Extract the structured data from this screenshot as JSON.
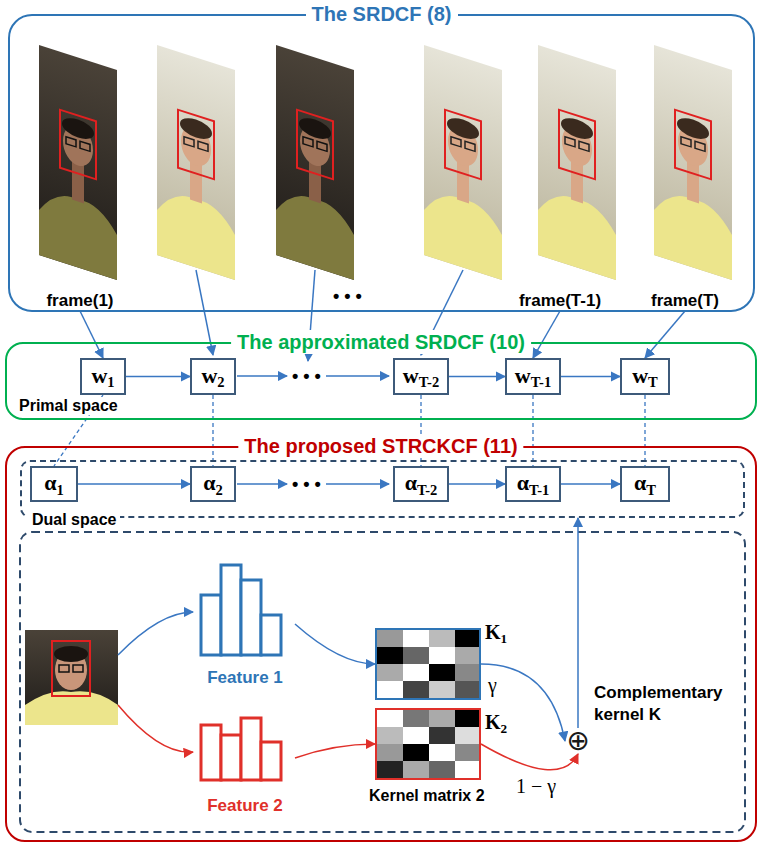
{
  "diagram": {
    "nodes": [
      {
        "text": [
          "The SRDCF (8)"
        ]
      },
      {
        "text": [
          "frame(1)"
        ],
        "in": 0
      },
      {
        "text": [
          "frame(T-1)"
        ],
        "in": 0
      },
      {
        "text": [
          "frame(T)"
        ],
        "in": 0
      },
      {
        "text": [
          "The approximated SRDCF (10)"
        ]
      },
      {
        "text": [
          "w1"
        ],
        "in": 4
      },
      {
        "text": [
          "w2"
        ],
        "in": 4
      },
      {
        "text": [
          "wT-2"
        ],
        "in": 4
      },
      {
        "text": [
          "wT-1"
        ],
        "in": 4
      },
      {
        "text": [
          "wT"
        ],
        "in": 4
      },
      {
        "text": [
          "The proposed STRCKCF (11)"
        ]
      },
      {
        "text": [
          "Dual space"
        ],
        "in": 10
      },
      {
        "text": [
          "α1"
        ],
        "in": 11
      },
      {
        "text": [
          "α2"
        ],
        "in": 11
      },
      {
        "text": [
          "αT-2"
        ],
        "in": 11
      },
      {
        "text": [
          "αT-1"
        ],
        "in": 11
      },
      {
        "text": [
          "αT"
        ],
        "in": 11
      },
      {
        "text": [
          "Feature 1"
        ],
        "in": 10
      },
      {
        "text": [
          "Feature 2"
        ],
        "in": 10
      },
      {
        "text": [
          "K1"
        ],
        "in": 10
      },
      {
        "text": [
          "K2",
          "Kernel matrix 2"
        ],
        "in": 10
      },
      {
        "text": [
          "⊕"
        ],
        "in": 10
      }
    ],
    "edges": [
      {
        "from": 1,
        "to": 5,
        "arrow": "to"
      },
      {
        "from": 2,
        "to": 8,
        "arrow": "to"
      },
      {
        "from": 3,
        "to": 9,
        "arrow": "to"
      },
      {
        "from": 5,
        "to": 6,
        "arrow": "to"
      },
      {
        "from": 7,
        "to": 8,
        "arrow": "to"
      },
      {
        "from": 8,
        "to": 9,
        "arrow": "to"
      },
      {
        "from": 5,
        "to": 12,
        "arrow": "none"
      },
      {
        "from": 6,
        "to": 13,
        "arrow": "none"
      },
      {
        "from": 7,
        "to": 14,
        "arrow": "none"
      },
      {
        "from": 8,
        "to": 15,
        "arrow": "none"
      },
      {
        "from": 9,
        "to": 16,
        "arrow": "none"
      },
      {
        "from": 12,
        "to": 13,
        "arrow": "to"
      },
      {
        "from": 14,
        "to": 15,
        "arrow": "to"
      },
      {
        "from": 15,
        "to": 16,
        "arrow": "to"
      },
      {
        "from": 17,
        "to": 19,
        "arrow": "to"
      },
      {
        "from": 18,
        "to": 20,
        "arrow": "to"
      },
      {
        "from": 19,
        "to": 21,
        "label": "γ",
        "arrow": "to"
      },
      {
        "from": 20,
        "to": 21,
        "label": "1 − γ",
        "arrow": "to"
      },
      {
        "from": 21,
        "to": 11,
        "arrow": "to"
      }
    ],
    "labels": [
      "• • •",
      "• • •",
      "• • •",
      "Primal space",
      "Complementary kernel K"
    ]
  }
}
